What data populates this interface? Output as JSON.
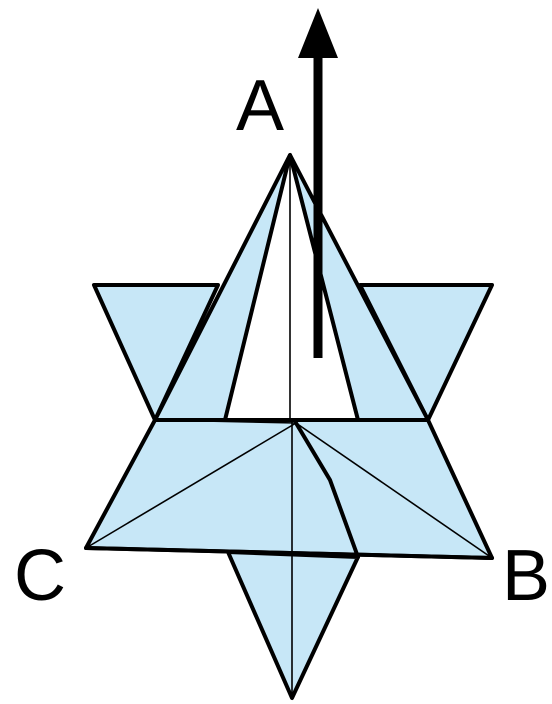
{
  "diagram": {
    "labels": {
      "a": "A",
      "b": "B",
      "c": "C"
    },
    "colors": {
      "paper": "#c7e7f7",
      "gap": "#ffffff",
      "line": "#000000"
    },
    "icons": {
      "arrow": "up-arrow-icon"
    }
  }
}
